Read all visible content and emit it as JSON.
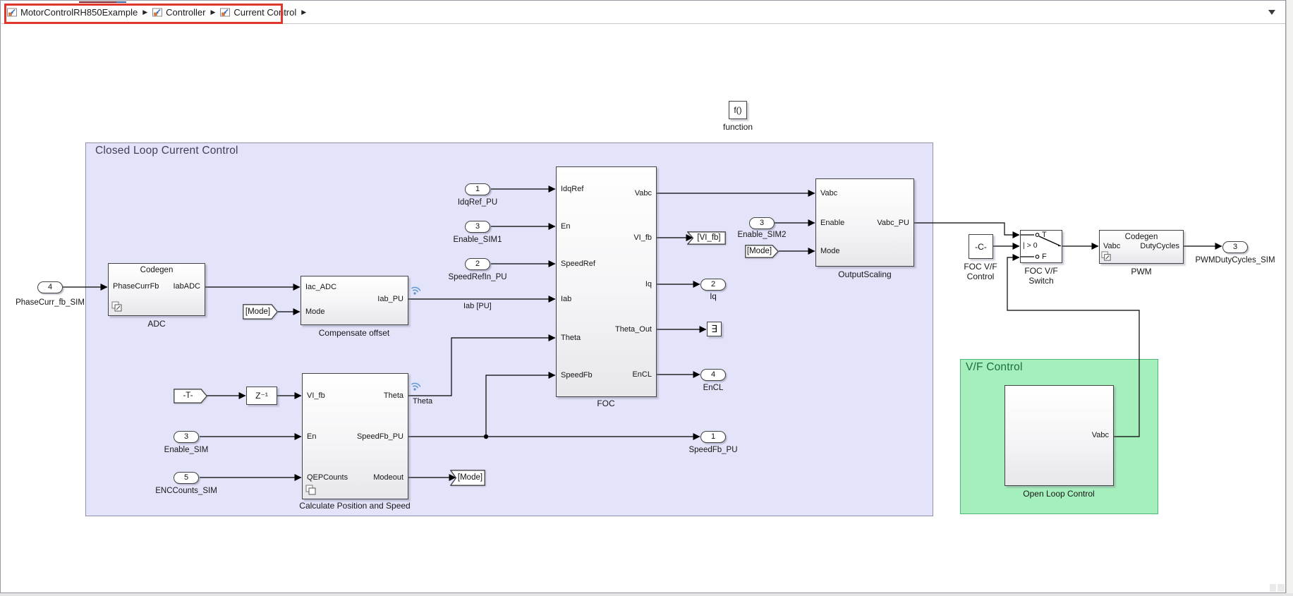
{
  "breadcrumb": {
    "items": [
      {
        "label": "MotorControlRH850Example"
      },
      {
        "label": "Controller"
      },
      {
        "label": "Current Control"
      }
    ],
    "separator": "▶"
  },
  "regions": {
    "closed_loop": {
      "label": "Closed Loop Current Control"
    },
    "vf": {
      "label": "V/F Control"
    }
  },
  "blocks": {
    "adc": {
      "header": "Codegen",
      "in1": "PhaseCurrFb",
      "out1": "IabADC",
      "name": "ADC"
    },
    "compensate": {
      "in1": "Iac_ADC",
      "in2": "Mode",
      "out1": "Iab_PU",
      "name": "Compensate offset"
    },
    "calc": {
      "in1": "VI_fb",
      "in2": "En",
      "in3": "QEPCounts",
      "out1": "Theta",
      "out2": "SpeedFb_PU",
      "out3": "Modeout",
      "name": "Calculate Position and Speed"
    },
    "foc": {
      "in1": "IdqRef",
      "in2": "En",
      "in3": "SpeedRef",
      "in4": "Iab",
      "in5": "Theta",
      "in6": "SpeedFb",
      "out1": "Vabc",
      "out2": "VI_fb",
      "out3": "Iq",
      "out4": "Theta_Out",
      "out5": "EnCL",
      "name": "FOC"
    },
    "output_scaling": {
      "in1": "Vabc",
      "in2": "Enable",
      "in3": "Mode",
      "out1": "Vabc_PU",
      "name": "OutputScaling"
    },
    "pwm": {
      "header": "Codegen",
      "in1": "Vabc",
      "out1": "DutyCycles",
      "name": "PWM"
    },
    "open_loop": {
      "out1": "Vabc",
      "name": "Open Loop Control"
    },
    "function_block": {
      "icon_text": "f()",
      "name": "function"
    },
    "constant": {
      "text": "-C-",
      "name_line1": "FOC V/F",
      "name_line2": "Control"
    },
    "switch": {
      "t": "T",
      "f": "F",
      "criteria": "| > 0",
      "name_line1": "FOC V/F",
      "name_line2": "Switch"
    },
    "unit_delay": {
      "text": "Z⁻¹"
    },
    "terminator": {
      "glyph": "∃"
    }
  },
  "inports": {
    "phase_curr": {
      "num": "4",
      "label": "PhaseCurr_fb_SIM"
    },
    "idqref": {
      "num": "1",
      "label": "IdqRef_PU"
    },
    "enable_sim1": {
      "num": "3",
      "label": "Enable_SIM1"
    },
    "speedref": {
      "num": "2",
      "label": "SpeedRefIn_PU"
    },
    "enable_sim": {
      "num": "3",
      "label": "Enable_SIM"
    },
    "enccounts": {
      "num": "5",
      "label": "ENCCounts_SIM"
    },
    "enable_sim2": {
      "num": "3",
      "label": "Enable_SIM2"
    }
  },
  "outports": {
    "iq": {
      "num": "2",
      "label": "Iq"
    },
    "encl": {
      "num": "4",
      "label": "EnCL"
    },
    "speedfb": {
      "num": "1",
      "label": "SpeedFb_PU"
    },
    "pwmduty": {
      "num": "3",
      "label": "PWMDutyCycles_SIM"
    }
  },
  "tags": {
    "from_mode_1": "[Mode]",
    "from_mode_2": "[Mode]",
    "from_t": "-T-",
    "goto_vifb": "[VI_fb]",
    "goto_mode": "[Mode]"
  },
  "signal_labels": {
    "iab_pu": "Iab [PU]",
    "theta": "Theta"
  },
  "colors": {
    "highlight": "#E0362C",
    "closed_loop_bg": "#E3E3FA",
    "closed_loop_border": "#9191A9",
    "closed_loop_text": "#40405E",
    "vf_bg": "#A5EFBC",
    "vf_border": "#4FB878",
    "vf_text": "#1B6E3F",
    "badge_blue": "#5B9BD5",
    "block_border": "#424242"
  }
}
